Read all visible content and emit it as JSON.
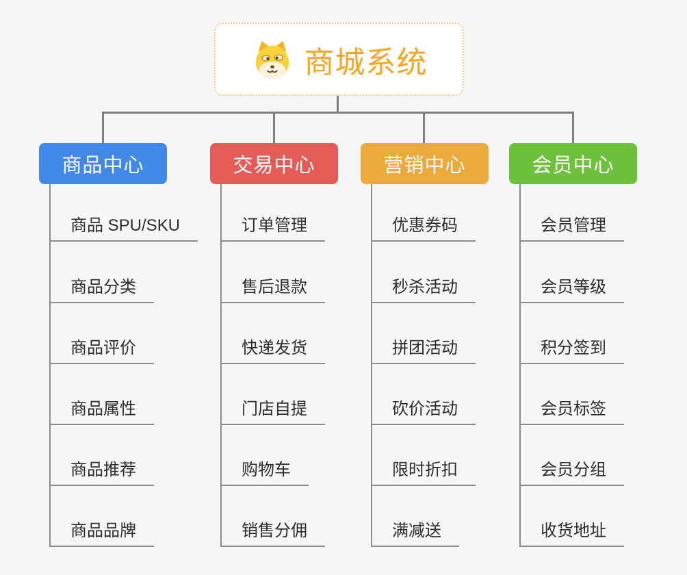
{
  "background": "#f6f6f6",
  "connector_color": "#7e7e7e",
  "line_color": "#8b8b8b",
  "text_color": "#2d2d2d",
  "root": {
    "title": "商城系统",
    "icon": "doge-icon",
    "accent_color": "#f5a623",
    "border_color": "#f5c877"
  },
  "branches": [
    {
      "label": "商品中心",
      "color": "#4288e6",
      "items": [
        "商品 SPU/SKU",
        "商品分类",
        "商品评价",
        "商品属性",
        "商品推荐",
        "商品品牌"
      ]
    },
    {
      "label": "交易中心",
      "color": "#e45c58",
      "items": [
        "订单管理",
        "售后退款",
        "快递发货",
        "门店自提",
        "购物车",
        "销售分佣"
      ]
    },
    {
      "label": "营销中心",
      "color": "#edaa3c",
      "items": [
        "优惠券码",
        "秒杀活动",
        "拼团活动",
        "砍价活动",
        "限时折扣",
        "满减送"
      ]
    },
    {
      "label": "会员中心",
      "color": "#6ec13c",
      "items": [
        "会员管理",
        "会员等级",
        "积分签到",
        "会员标签",
        "会员分组",
        "收货地址"
      ]
    }
  ]
}
